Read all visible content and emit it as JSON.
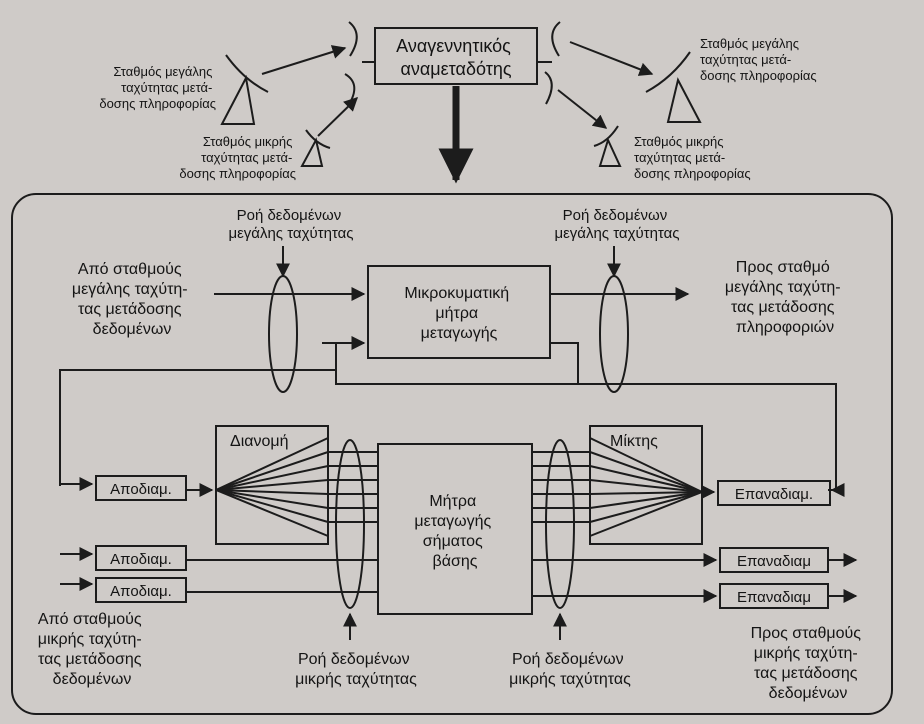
{
  "diagram": {
    "regenerative_repeater": [
      "Αναγεννητικός",
      "αναμεταδότης"
    ],
    "station_high_left": [
      "Σταθμός μεγάλης",
      "ταχύτητας μετά-",
      "δοσης πληροφορίας"
    ],
    "station_low_left": [
      "Σταθμός μικρής",
      "ταχύτητας μετά-",
      "δοσης πληροφορίας"
    ],
    "station_high_right": [
      "Σταθμός μεγάλης",
      "ταχύτητας μετά-",
      "δοσης πληροφορίας"
    ],
    "station_low_right": [
      "Σταθμός μικρής",
      "ταχύτητας μετά-",
      "δοσης πληροφορίας"
    ],
    "high_rate_flow_left": [
      "Ροή δεδομένων",
      "μεγάλης ταχύτητας"
    ],
    "high_rate_flow_right": [
      "Ροή δεδομένων",
      "μεγάλης ταχύτητας"
    ],
    "from_high_rate_stations": [
      "Από σταθμούς",
      "μεγάλης ταχύτη-",
      "τας μετάδοσης",
      "δεδομένων"
    ],
    "to_high_rate_station": [
      "Προς σταθμό",
      "μεγάλης ταχύτη-",
      "τας μετάδοσης",
      "πληροφοριών"
    ],
    "microwave_switch_matrix": [
      "Μικροκυματική",
      "μήτρα",
      "μεταγωγής"
    ],
    "distribution": "Διανομή",
    "mixer": "Μίκτης",
    "demux_1": "Αποδιαμ.",
    "demux_2": "Αποδιαμ.",
    "demux_3": "Αποδιαμ.",
    "remux_1": "Επαναδιαμ.",
    "remux_2": "Επαναδιαμ",
    "remux_3": "Επαναδιαμ",
    "baseband_switch_matrix": [
      "Μήτρα",
      "μεταγωγής",
      "σήματος",
      "βάσης"
    ],
    "from_low_rate_stations": [
      "Από σταθμούς",
      "μικρής ταχύτη-",
      "τας μετάδοσης",
      "δεδομένων"
    ],
    "to_low_rate_stations": [
      "Προς σταθμούς",
      "μικρής ταχύτη-",
      "τας μετάδοσης",
      "δεδομένων"
    ],
    "low_rate_flow_left": [
      "Ροή δεδομένων",
      "μικρής ταχύτητας"
    ],
    "low_rate_flow_right": [
      "Ροή δεδομένων",
      "μικρής ταχύτητας"
    ]
  }
}
